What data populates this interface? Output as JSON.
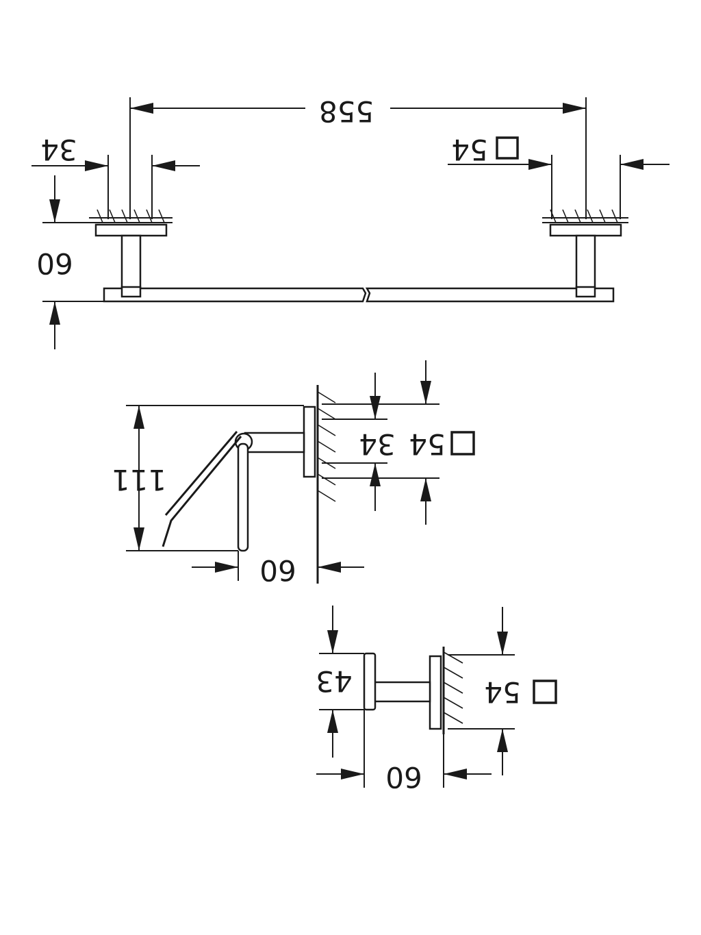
{
  "view_towel_bar": {
    "length": "558",
    "flange_left": "34",
    "flange_right": "54",
    "projection": "60"
  },
  "view_paper_holder": {
    "height": "111",
    "flange_inner": "34",
    "flange_outer": "54",
    "projection": "60"
  },
  "view_hook": {
    "head": "43",
    "flange": "54",
    "projection": "60"
  }
}
